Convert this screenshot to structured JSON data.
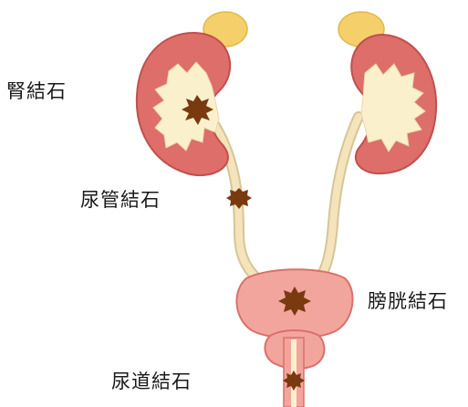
{
  "labels": {
    "kidney_stone": "腎結石",
    "ureter_stone": "尿管結石",
    "bladder_stone": "膀胱結石",
    "urethra_stone": "尿道結石"
  },
  "colors": {
    "kidney": "#dd6e6a",
    "kidney_outline": "#c0504d",
    "renal_pelvis": "#fbf0cc",
    "adrenal": "#f5d06a",
    "ureter": "#f5e4bb",
    "ureter_outline": "#d5c598",
    "bladder": "#f2a59d",
    "bladder_outline": "#d9706b",
    "stone": "#7a3a10",
    "text": "#1a1a1a"
  }
}
